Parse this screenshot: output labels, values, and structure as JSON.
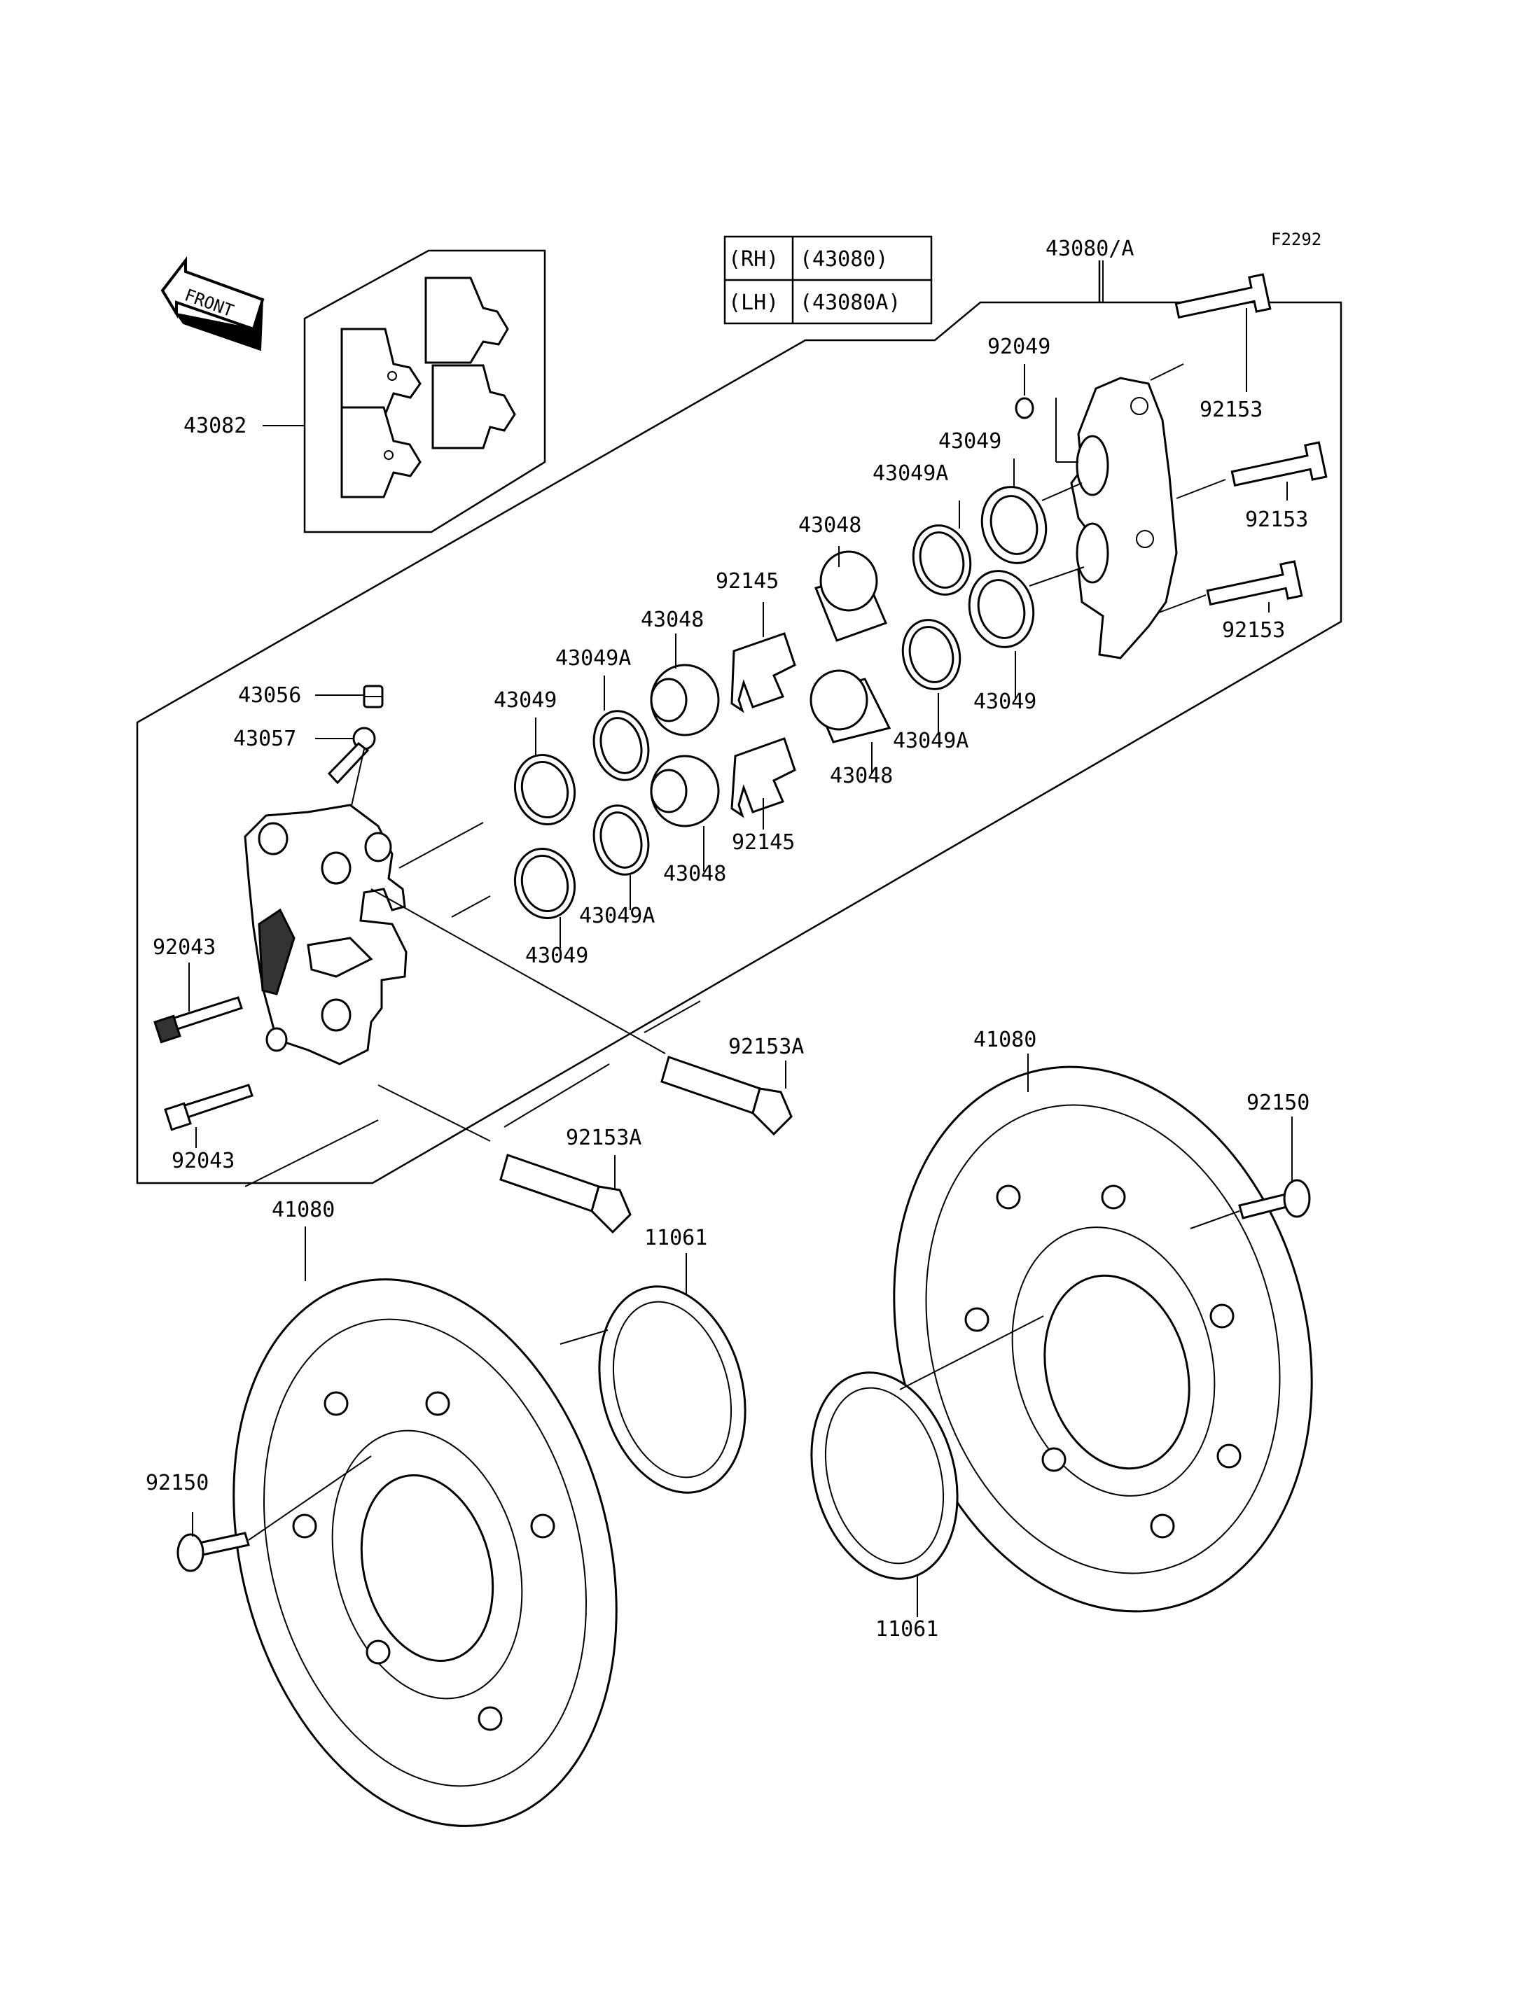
{
  "figure_code": "F2292",
  "front_arrow_label": "FRONT",
  "variant_table": {
    "rows": [
      {
        "side": "(RH)",
        "part": "(43080)"
      },
      {
        "side": "(LH)",
        "part": "(43080A)"
      }
    ]
  },
  "callouts": {
    "c43080A": "43080/A",
    "c92049": "92049",
    "c92153_1": "92153",
    "c92153_2": "92153",
    "c92153_3": "92153",
    "c43049_a": "43049",
    "c43049A_a": "43049A",
    "c43048_a": "43048",
    "c92145_a": "92145",
    "c43048_b": "43048",
    "c43049A_b": "43049A",
    "c43049_b": "43049",
    "c43049_c": "43049",
    "c43049A_c": "43049A",
    "c43048_c": "43048",
    "c92145_b": "92145",
    "c43048_d": "43048",
    "c43049A_d": "43049A",
    "c43049_d": "43049",
    "c43082": "43082",
    "c43056": "43056",
    "c43057": "43057",
    "c92043_a": "92043",
    "c92043_b": "92043",
    "c92153A_a": "92153A",
    "c92153A_b": "92153A",
    "c41080_a": "41080",
    "c41080_b": "41080",
    "c92150_a": "92150",
    "c92150_b": "92150",
    "c11061_a": "11061",
    "c11061_b": "11061"
  }
}
